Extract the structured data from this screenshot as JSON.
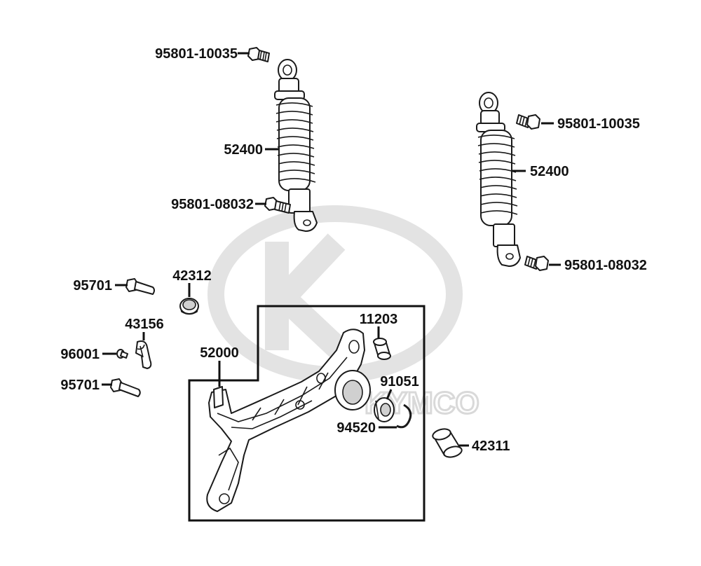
{
  "watermark": {
    "brand": "KYMCO"
  },
  "callouts": [
    {
      "id": "bolt-top-left",
      "text": "95801-10035"
    },
    {
      "id": "shock-left",
      "text": "52400"
    },
    {
      "id": "bolt-bottom-left",
      "text": "95801-08032"
    },
    {
      "id": "bolt-top-right",
      "text": "95801-10035"
    },
    {
      "id": "shock-right",
      "text": "52400"
    },
    {
      "id": "bolt-bottom-right",
      "text": "95801-08032"
    },
    {
      "id": "bolt-upper",
      "text": "95701"
    },
    {
      "id": "collar",
      "text": "42312"
    },
    {
      "id": "clamp",
      "text": "43156"
    },
    {
      "id": "screw",
      "text": "96001"
    },
    {
      "id": "bolt-lower",
      "text": "95701"
    },
    {
      "id": "swing-arm",
      "text": "52000"
    },
    {
      "id": "bushing",
      "text": "11203"
    },
    {
      "id": "bearing",
      "text": "91051"
    },
    {
      "id": "circlip",
      "text": "94520"
    },
    {
      "id": "spacer",
      "text": "42311"
    }
  ]
}
